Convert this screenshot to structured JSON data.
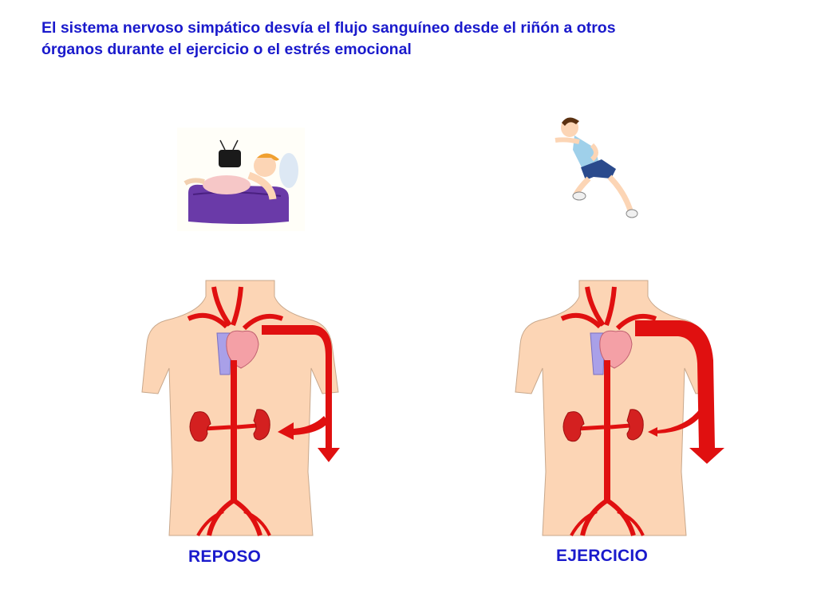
{
  "title": {
    "line1": "El sistema nervoso simpático desvía el flujo sanguíneo desde el riñón a otros",
    "line2": "órganos durante el ejercicio o el estrés emocional"
  },
  "panels": [
    {
      "label": "REPOSO",
      "scene": "person-resting-watching-tv",
      "kidney_flow": "large"
    },
    {
      "label": "EJERCICIO",
      "scene": "person-running",
      "kidney_flow": "small"
    }
  ],
  "colors": {
    "title": "#1a1acc",
    "skin": "#fcd5b5",
    "vessel": "#e01010",
    "heart": "#f4a0a6",
    "vein": "#a9a0e8",
    "kidney": "#d42020",
    "arrow": "#e01010"
  }
}
